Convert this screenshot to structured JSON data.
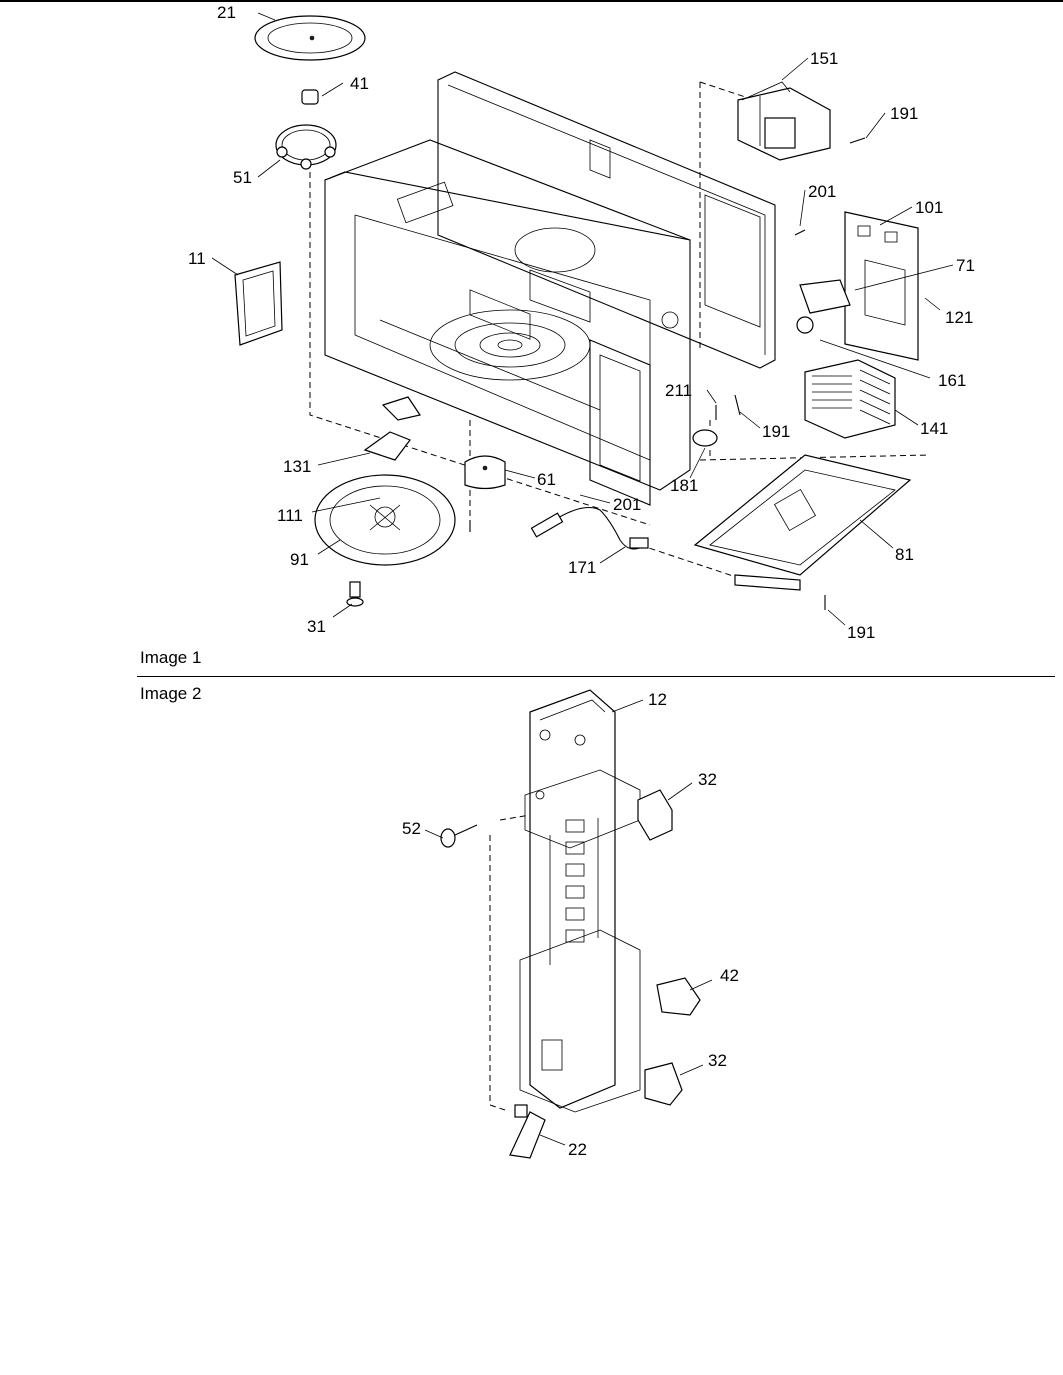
{
  "figure1": {
    "caption": "Image 1",
    "callouts": [
      "21",
      "41",
      "51",
      "11",
      "151",
      "191",
      "201",
      "101",
      "71",
      "121",
      "161",
      "211",
      "191",
      "141",
      "131",
      "61",
      "181",
      "201",
      "111",
      "91",
      "171",
      "81",
      "31",
      "191"
    ]
  },
  "figure2": {
    "caption": "Image 2",
    "callouts": [
      "12",
      "52",
      "32",
      "42",
      "32",
      "22"
    ]
  },
  "colors": {
    "ink": "#000000",
    "paper": "#ffffff"
  }
}
